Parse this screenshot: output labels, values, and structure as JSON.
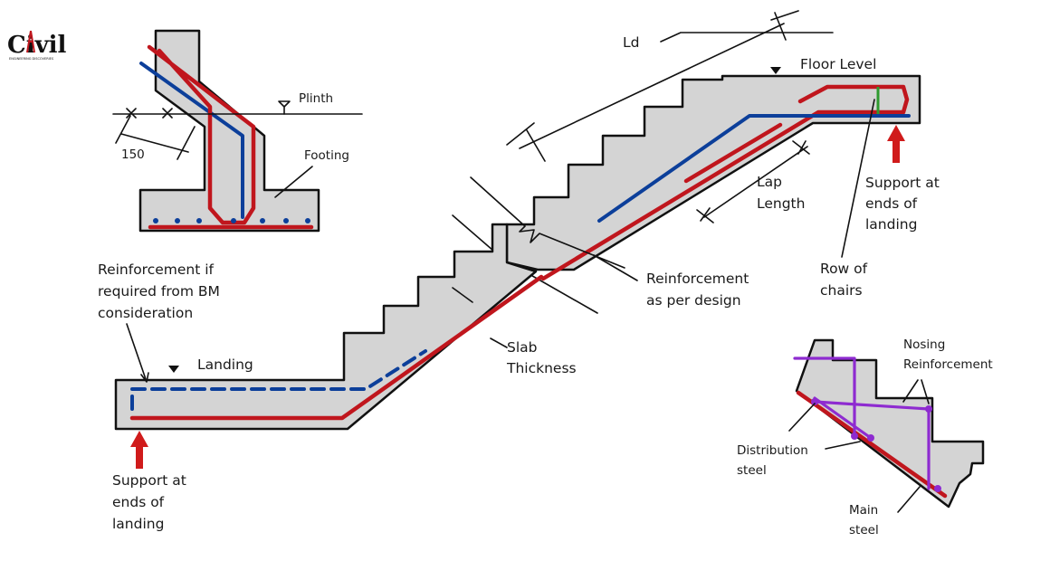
{
  "logo": {
    "text": "Civil",
    "subtext": "ENGINEERING DISCOVERIES"
  },
  "labels": {
    "plinth": "Plinth",
    "dim_150": "150",
    "footing": "Footing",
    "ld": "Ld",
    "floor_level": "Floor Level",
    "support_top": [
      "Support at",
      "ends of",
      "landing"
    ],
    "lap_length": [
      "Lap",
      "Length"
    ],
    "row_of_chairs": [
      "Row of",
      "chairs"
    ],
    "reinforcement_design": [
      "Reinforcement",
      "as per design"
    ],
    "reinforcement_bm": [
      "Reinforcement if",
      "required from BM",
      "consideration"
    ],
    "landing": "Landing",
    "slab_thickness": [
      "Slab",
      "Thickness"
    ],
    "support_bottom": [
      "Support at",
      "ends of",
      "landing"
    ],
    "nosing": [
      "Nosing",
      "Reinforcement"
    ],
    "distribution": [
      "Distribution",
      "steel"
    ],
    "main_steel": [
      "Main",
      "steel"
    ]
  },
  "colors": {
    "concrete": "#d4d4d4",
    "main_bar": "#c0161d",
    "top_bar": "#0c3f9a",
    "nosing_bar": "#8e2bd0",
    "chair": "#2e9a2e",
    "support_arrow": "#d01b1b"
  }
}
